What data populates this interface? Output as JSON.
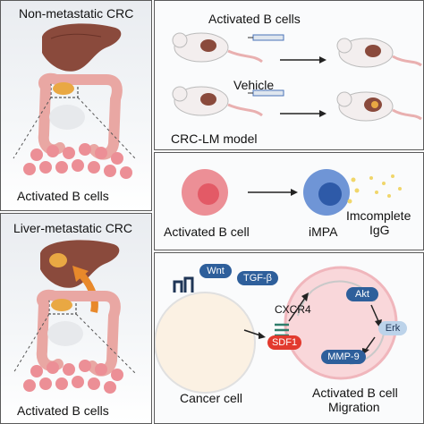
{
  "left_top": {
    "title": "Non-metastatic CRC",
    "caption": "Activated B cells"
  },
  "left_bottom": {
    "title": "Liver-metastatic CRC",
    "caption": "Activated B cells"
  },
  "mouse_panel": {
    "row1": "Activated B cells",
    "row2": "Vehicle",
    "model": "CRC-LM model"
  },
  "impa_panel": {
    "cell": "Activated B cell",
    "product": "iMPA",
    "igg_line1": "Imcomplete",
    "igg_line2": "IgG"
  },
  "signal_panel": {
    "wnt": "Wnt",
    "tgfb": "TGF-β",
    "cxcr4": "CXCR4",
    "akt": "Akt",
    "erk": "Erk",
    "mmp9": "MMP-9",
    "sdf1": "SDF1",
    "cancer_cell": "Cancer cell",
    "migration_line1": "Activated B cell",
    "migration_line2": "Migration"
  },
  "colors": {
    "liver": "#8a4a3c",
    "bcell_pink": "#ec8f96",
    "blue_cell": "#4a73b8",
    "akt": "#2e5f9b",
    "sdf1": "#e23a2e",
    "arrow_orange": "#e8892b"
  }
}
